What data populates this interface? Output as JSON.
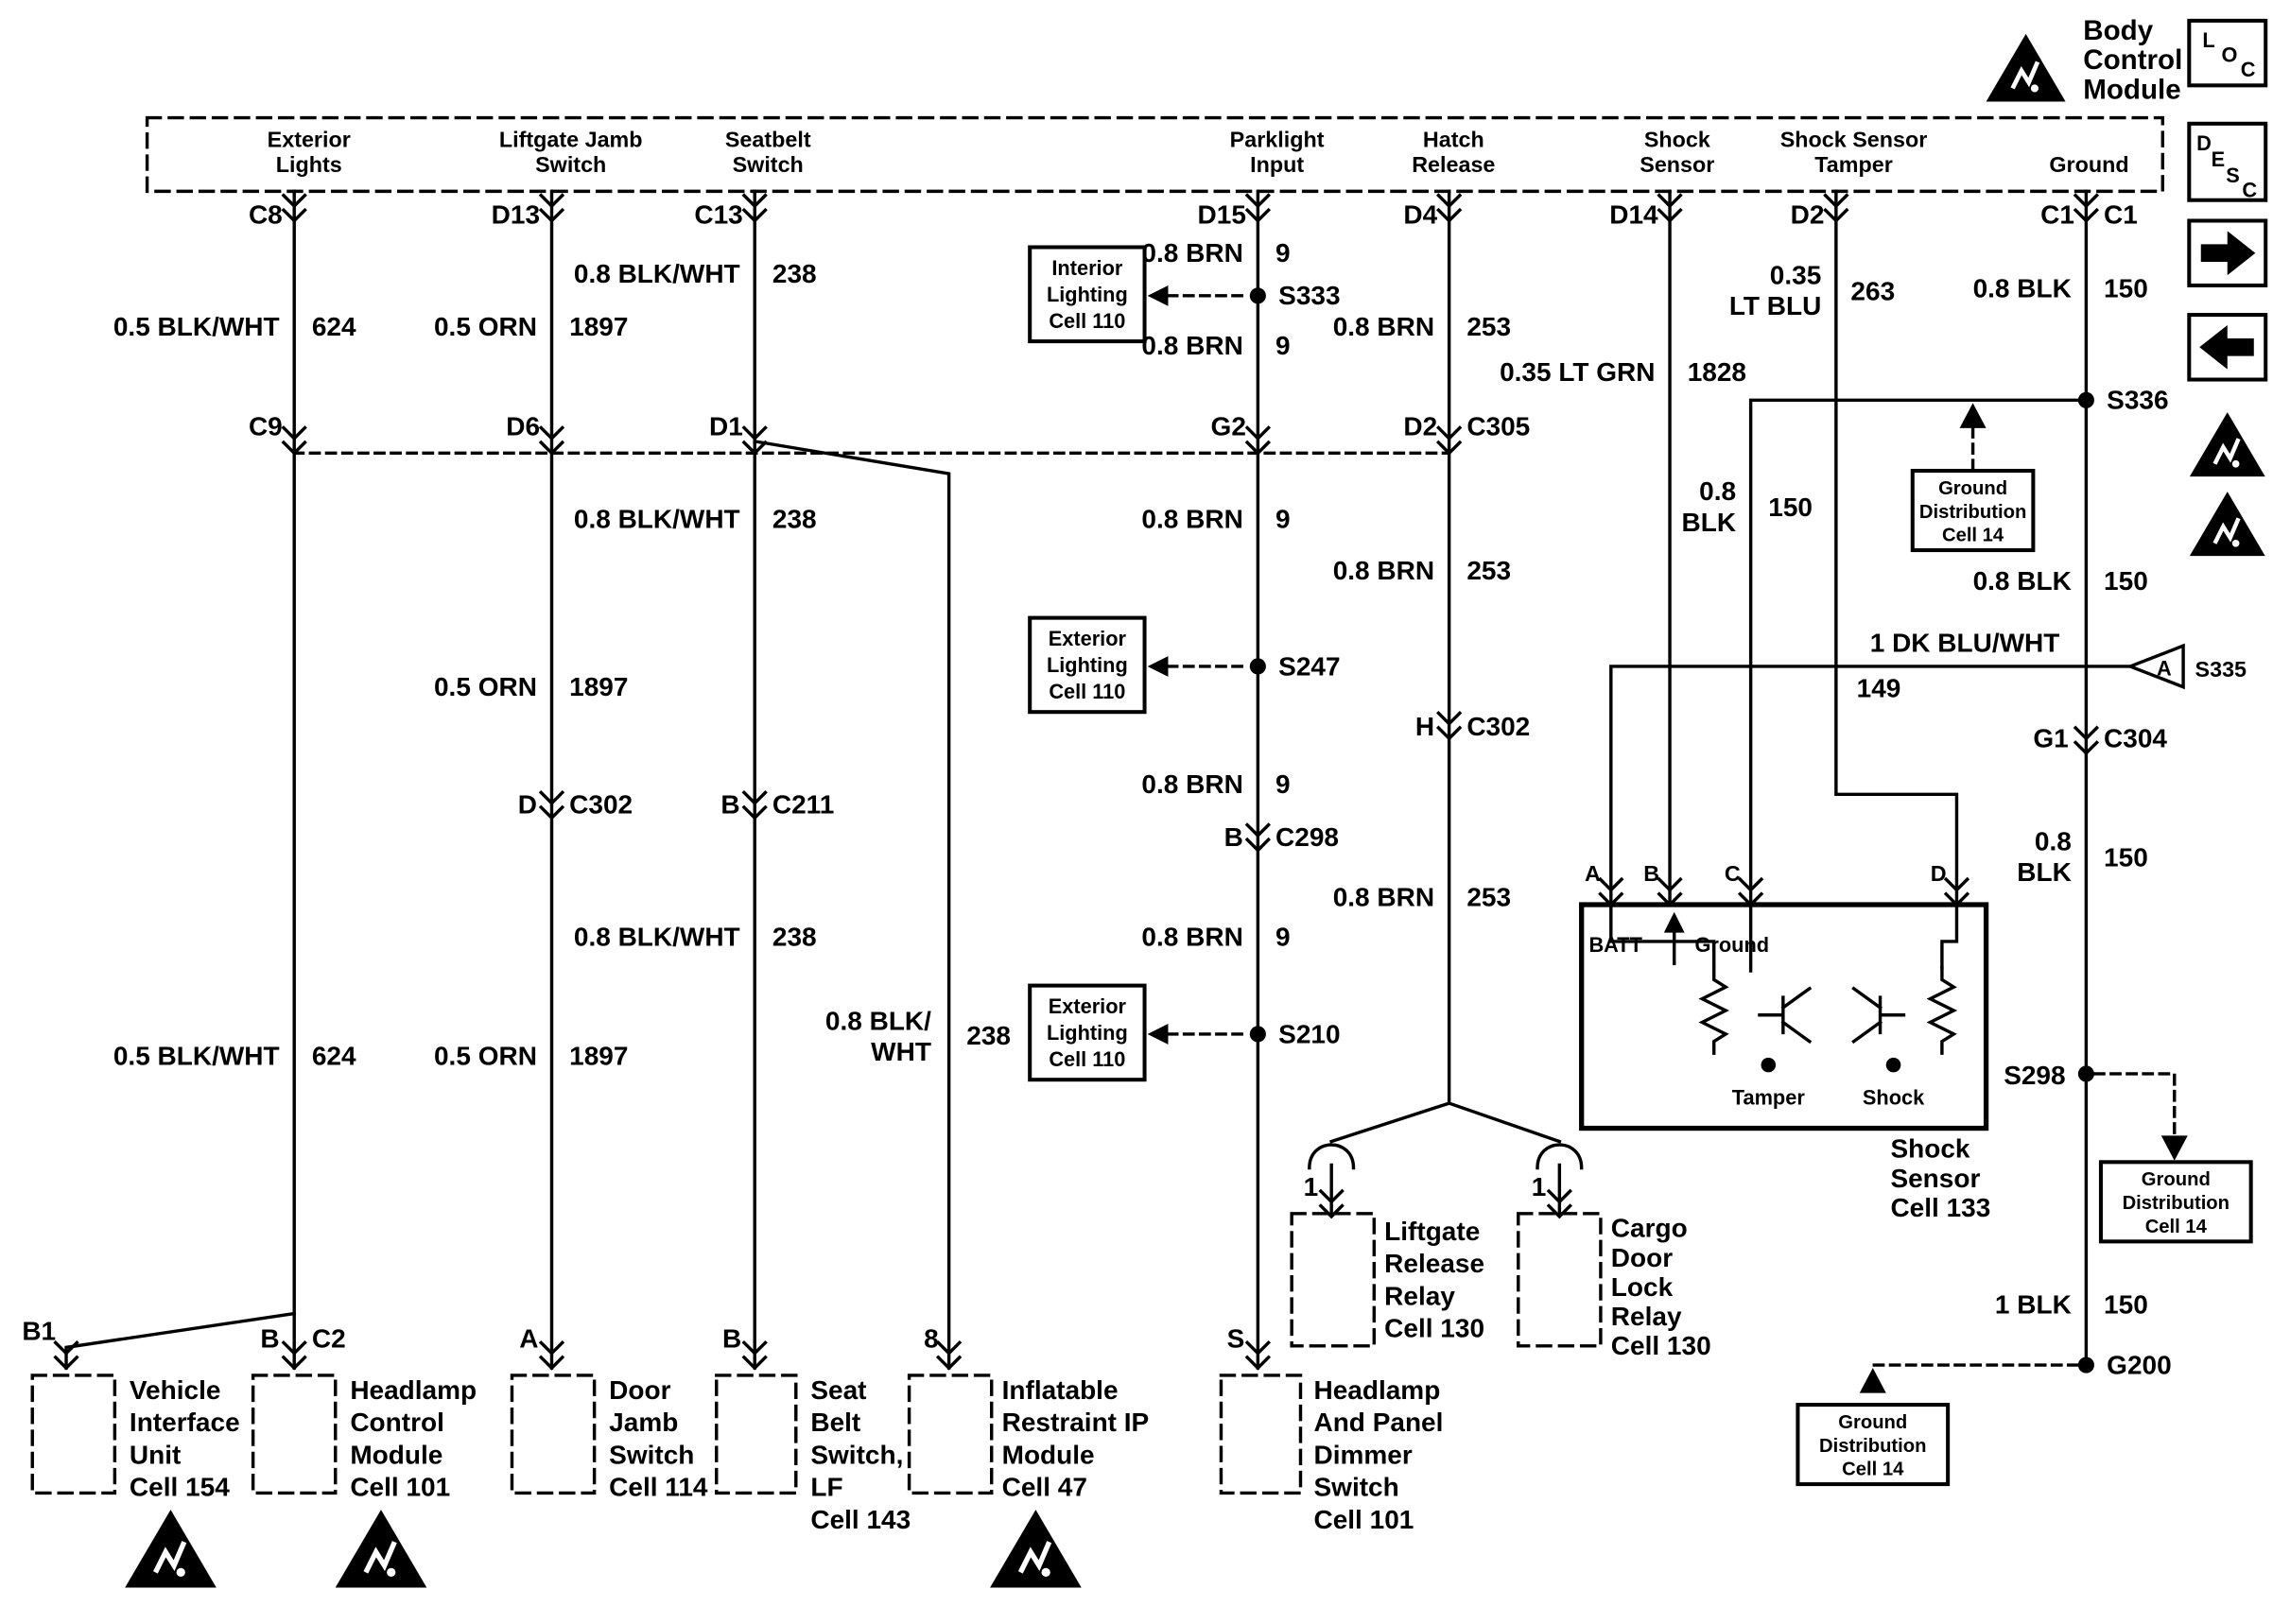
{
  "bcm": {
    "title": [
      "Body",
      "Control",
      "Module"
    ],
    "headers": {
      "exterior_lights": [
        "Exterior",
        "Lights"
      ],
      "liftgate_jamb": [
        "Liftgate Jamb",
        "Switch"
      ],
      "seatbelt": [
        "Seatbelt",
        "Switch"
      ],
      "parklight": [
        "Parklight",
        "Input"
      ],
      "hatch_release": [
        "Hatch",
        "Release"
      ],
      "shock_sensor": [
        "Shock",
        "Sensor"
      ],
      "shock_tamper": [
        "Shock Sensor",
        "Tamper"
      ],
      "ground": "Ground"
    },
    "pins": {
      "c8": "C8",
      "d13": "D13",
      "c13": "C13",
      "d15": "D15",
      "d4": "D4",
      "d14": "D14",
      "d2": "D2",
      "c1a": "C1",
      "c1b": "C1"
    }
  },
  "wire_labels": {
    "ext_a": {
      "name": "0.5 BLK/WHT",
      "num": "624"
    },
    "ext_b": {
      "name": "0.5 BLK/WHT",
      "num": "624"
    },
    "lift_a": {
      "name": "0.5 ORN",
      "num": "1897"
    },
    "lift_b": {
      "name": "0.5 ORN",
      "num": "1897"
    },
    "lift_c": {
      "name": "0.5 ORN",
      "num": "1897"
    },
    "seat_a": {
      "name": "0.8 BLK/WHT",
      "num": "238"
    },
    "seat_b": {
      "name": "0.8 BLK/WHT",
      "num": "238"
    },
    "seat_c": {
      "name": "0.8 BLK/WHT",
      "num": "238"
    },
    "branch": {
      "name1": "0.8 BLK/",
      "name2": "WHT",
      "num": "238"
    },
    "park_a": {
      "name": "0.8 BRN",
      "num": "9"
    },
    "park_b": {
      "name": "0.8 BRN",
      "num": "9"
    },
    "park_c": {
      "name": "0.8 BRN",
      "num": "9"
    },
    "park_d": {
      "name": "0.8 BRN",
      "num": "9"
    },
    "park_e": {
      "name": "0.8 BRN",
      "num": "9"
    },
    "hatch_a": {
      "name": "0.8 BRN",
      "num": "253"
    },
    "hatch_b": {
      "name": "0.8 BRN",
      "num": "253"
    },
    "hatch_c": {
      "name": "0.8 BRN",
      "num": "253"
    },
    "shock_sig": {
      "name": "0.35 LT GRN",
      "num": "1828"
    },
    "tamper_sig": {
      "name1": "0.35",
      "name2": "LT BLU",
      "num": "263"
    },
    "gnd_a": {
      "name": "0.8 BLK",
      "num": "150"
    },
    "gnd_b": {
      "name": "0.8 BLK",
      "num": "150"
    },
    "gnd_branch": {
      "name1": "0.8",
      "name2": "BLK",
      "num": "150"
    },
    "gnd_c": {
      "name1": "0.8",
      "name2": "BLK",
      "num": "150"
    },
    "batt_feed": {
      "name": "1 DK BLU/WHT",
      "num": "149"
    },
    "gnd_d": {
      "name": "1 BLK",
      "num": "150"
    }
  },
  "connectors": {
    "c9": "C9",
    "d6": "D6",
    "d1": "D1",
    "g2": "G2",
    "d2": "D2",
    "c305": "C305",
    "d": "D",
    "c302": "C302",
    "b1": "B",
    "c211": "C211",
    "b2": "B",
    "c298": "C298",
    "h": "H",
    "c302b": "C302",
    "g1": "G1",
    "c304": "C304"
  },
  "splices": {
    "s333": "S333",
    "s247": "S247",
    "s210": "S210",
    "s335": "S335",
    "s335_pin": "A",
    "s336": "S336",
    "s298": "S298",
    "g200": "G200"
  },
  "callouts": {
    "interior_lighting": [
      "Interior",
      "Lighting",
      "Cell 110"
    ],
    "exterior_lighting_1": [
      "Exterior",
      "Lighting",
      "Cell 110"
    ],
    "exterior_lighting_2": [
      "Exterior",
      "Lighting",
      "Cell 110"
    ],
    "ground_dist_1": [
      "Ground",
      "Distribution",
      "Cell 14"
    ],
    "ground_dist_2": [
      "Ground",
      "Distribution",
      "Cell 14"
    ],
    "ground_dist_3": [
      "Ground",
      "Distribution",
      "Cell 14"
    ]
  },
  "components": {
    "viu": {
      "pin": "B1",
      "lines": [
        "Vehicle",
        "Interface",
        "Unit",
        "Cell 154"
      ]
    },
    "headlamp_module": {
      "pin_l": "B",
      "pin_r": "C2",
      "lines": [
        "Headlamp",
        "Control",
        "Module",
        "Cell 101"
      ]
    },
    "door_jamb": {
      "pin": "A",
      "lines": [
        "Door",
        "Jamb",
        "Switch",
        "Cell 114"
      ]
    },
    "seat_belt": {
      "pin": "B",
      "lines": [
        "Seat",
        "Belt",
        "Switch,",
        "LF",
        "Cell 143"
      ]
    },
    "ip_module": {
      "pin": "8",
      "lines": [
        "Inflatable",
        "Restraint IP",
        "Module",
        "Cell 47"
      ]
    },
    "dimmer": {
      "pin": "S",
      "lines": [
        "Headlamp",
        "And Panel",
        "Dimmer",
        "Switch",
        "Cell 101"
      ]
    },
    "liftgate_relay": {
      "pin": "1",
      "lines": [
        "Liftgate",
        "Release",
        "Relay",
        "Cell 130"
      ]
    },
    "cargo_relay": {
      "pin": "1",
      "lines": [
        "Cargo",
        "Door",
        "Lock",
        "Relay",
        "Cell 130"
      ]
    }
  },
  "shock_box": {
    "pins": [
      "A",
      "B",
      "C",
      "D"
    ],
    "batt": "BATT",
    "ground": "Ground",
    "tamper": "Tamper",
    "shock": "Shock",
    "caption": [
      "Shock",
      "Sensor",
      "Cell 133"
    ]
  },
  "legend": {
    "loc": [
      "L",
      "O",
      "C"
    ],
    "desc": [
      "D",
      "E",
      "S",
      "C"
    ]
  }
}
